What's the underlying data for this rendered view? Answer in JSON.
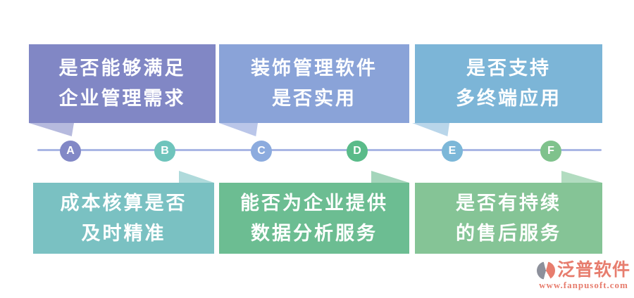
{
  "page": {
    "background": "#ffffff"
  },
  "timeline": {
    "line_color": "#a9b6e4",
    "nodes": [
      {
        "letter": "A",
        "color": "#8288c6"
      },
      {
        "letter": "B",
        "color": "#6fc4bc"
      },
      {
        "letter": "C",
        "color": "#8cabde"
      },
      {
        "letter": "D",
        "color": "#5abb89"
      },
      {
        "letter": "E",
        "color": "#7cb7d8"
      },
      {
        "letter": "F",
        "color": "#7fc28c"
      }
    ]
  },
  "boxes": {
    "top": [
      {
        "node": "A",
        "line1": "是否能够满足",
        "line2": "企业管理需求",
        "color": "#8187c5",
        "tail_color": "#b6bade"
      },
      {
        "node": "C",
        "line1": "装饰管理软件",
        "line2": "是否实用",
        "color": "#8aa3d8",
        "tail_color": "#bac6e9"
      },
      {
        "node": "E",
        "line1": "是否支持",
        "line2": "多终端应用",
        "color": "#7cb5d7",
        "tail_color": "#b9d6ea"
      }
    ],
    "bottom": [
      {
        "node": "B",
        "line1": "成本核算是否",
        "line2": "及时精准",
        "color": "#7ac1c2",
        "tail_color": "#afdadb"
      },
      {
        "node": "D",
        "line1": "能否为企业提供",
        "line2": "数据分析服务",
        "color": "#6cbd92",
        "tail_color": "#a4d5bb"
      },
      {
        "node": "F",
        "line1": "是否有持续",
        "line2": "的售后服务",
        "color": "#85c496",
        "tail_color": "#b2dcc0"
      }
    ]
  },
  "logo": {
    "name": "泛普软件",
    "url": "www.fanpusoft.com",
    "color": "#e77d6e",
    "icon_gray": "#8d909b"
  }
}
